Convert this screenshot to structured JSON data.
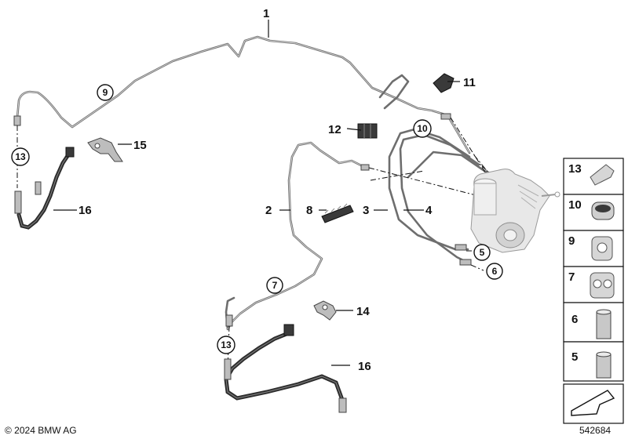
{
  "callouts": {
    "c1": "1",
    "c2": "2",
    "c3": "3",
    "c4": "4",
    "c5": "5",
    "c6": "6",
    "c7": "7",
    "c8": "8",
    "c9": "9",
    "c10": "10",
    "c11": "11",
    "c12": "12",
    "c13a": "13",
    "c13b": "13",
    "c14": "14",
    "c15": "15",
    "c16a": "16",
    "c16b": "16"
  },
  "legend": [
    "13",
    "10",
    "9",
    "7",
    "6",
    "5"
  ],
  "footer": {
    "copyright": "© 2024 BMW AG",
    "diagram_number": "542684"
  }
}
